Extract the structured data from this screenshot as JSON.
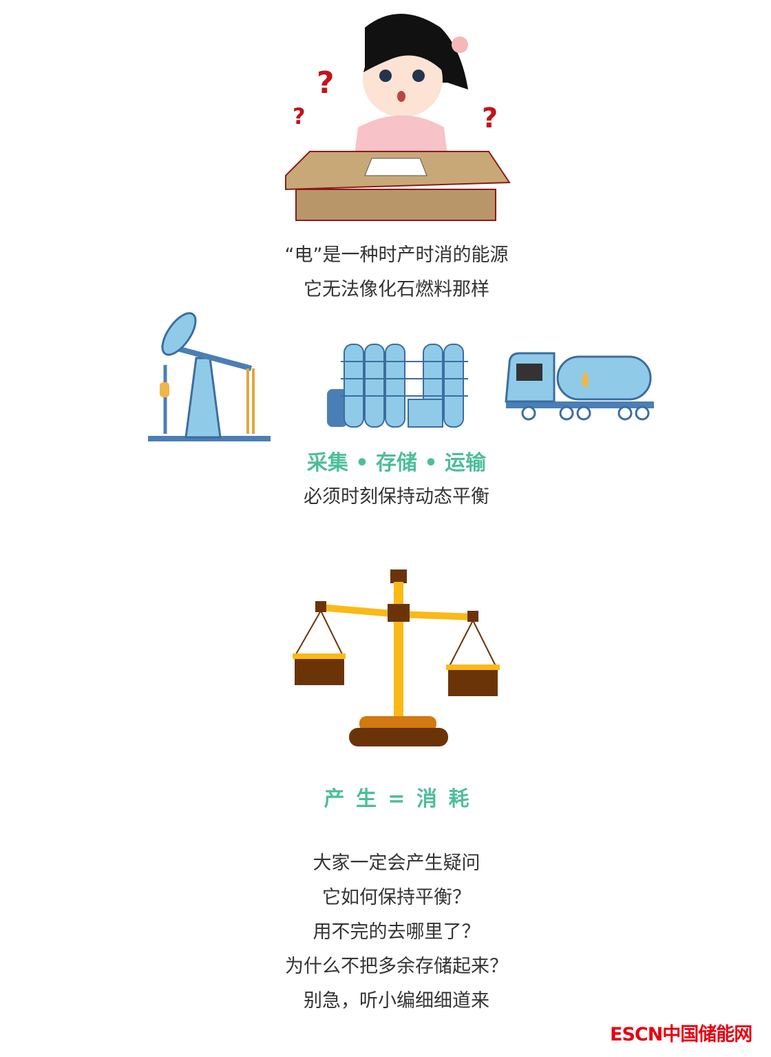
{
  "intro": {
    "line1": "“电”是一种时产时消的能源",
    "line2": "它无法像化石燃料那样"
  },
  "icons": [
    "oil-pump-icon",
    "storage-tanks-icon",
    "tanker-truck-icon"
  ],
  "process": {
    "heading": "采集 • 存储 • 运输",
    "line": "必须时刻保持动态平衡"
  },
  "balance": {
    "equation": "产 生 = 消 耗"
  },
  "questions": [
    "大家一定会产生疑问",
    "它如何保持平衡？",
    "用不完的去哪里了？",
    "为什么不把多余存储起来？",
    "别急，听小编细细道来"
  ],
  "logo": {
    "text": "ESCN中国储能网"
  },
  "colors": {
    "accent": "#4dbd9b",
    "text": "#333333",
    "logo": "#e60012"
  }
}
